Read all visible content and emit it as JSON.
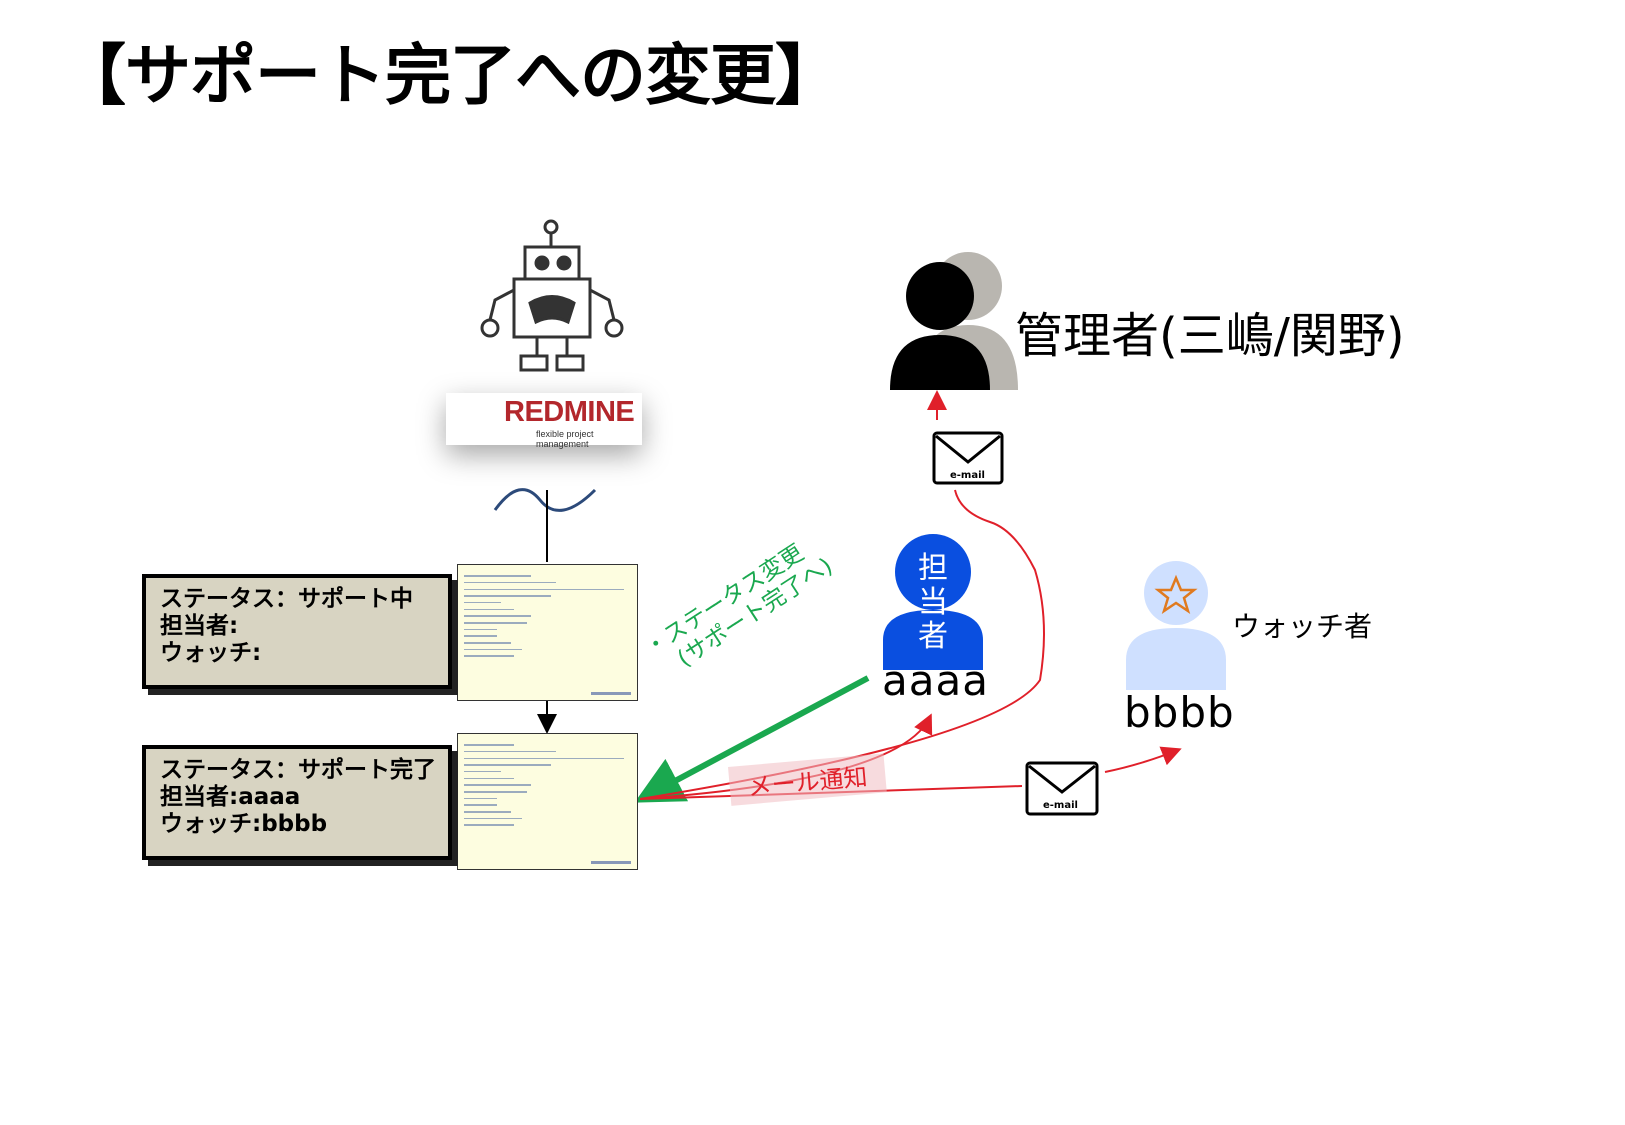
{
  "title": "【サポート完了への変更】",
  "redmine": {
    "name": "REDMINE",
    "tagline": "flexible project management"
  },
  "callout_before": {
    "status": "ステータス：サポート中",
    "assignee": "担当者:",
    "watcher": "ウォッチ:"
  },
  "callout_after": {
    "status": "ステータス：サポート完了",
    "assignee": "担当者:aaaa",
    "watcher": "ウォッチ:bbbb"
  },
  "admin": {
    "label": "管理者(三嶋/関野)"
  },
  "assignee": {
    "badge_chars": [
      "担",
      "当",
      "者"
    ],
    "name": "aaaa",
    "color": "#0a4fe0"
  },
  "watcher": {
    "label": "ウォッチ者",
    "name": "bbbb",
    "color": "#cfe0ff",
    "star_color": "#e07a1f"
  },
  "status_change": {
    "line1": "・ステータス変更",
    "line2": "(サポート完了へ)",
    "color": "#1aa84f"
  },
  "mail_notice": {
    "label": "メール通知",
    "color": "#e0202a"
  },
  "envelope_label": "e-mail"
}
